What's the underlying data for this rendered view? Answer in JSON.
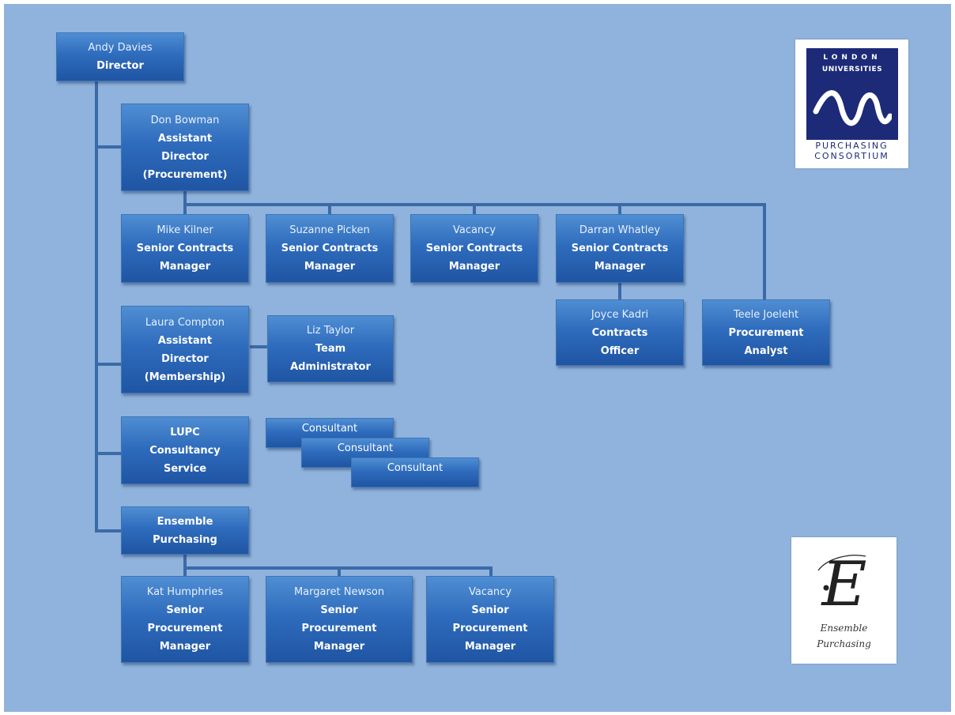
{
  "nodes": {
    "director": {
      "name": "Andy Davies",
      "title": "Director"
    },
    "ad_proc": {
      "name": "Don Bowman",
      "title": "Assistant\nDirector\n(Procurement)"
    },
    "scm_kilner": {
      "name": "Mike Kilner",
      "title": "Senior Contracts\nManager"
    },
    "scm_picken": {
      "name": "Suzanne Picken",
      "title": "Senior Contracts\nManager"
    },
    "scm_vacancy": {
      "name": "Vacancy",
      "title": "Senior Contracts\nManager"
    },
    "scm_whatley": {
      "name": "Darran Whatley",
      "title": "Senior Contracts\nManager"
    },
    "co_kadri": {
      "name": "Joyce Kadri",
      "title": "Contracts\nOfficer"
    },
    "pa_joeleht": {
      "name": "Teele Joeleht",
      "title": "Procurement\nAnalyst"
    },
    "ad_memb": {
      "name": "Laura Compton",
      "title": "Assistant\nDirector\n(Membership)"
    },
    "ta_taylor": {
      "name": "Liz Taylor",
      "title": "Team\nAdministrator"
    },
    "lupc_cs": {
      "name": "",
      "title": "LUPC\nConsultancy\nService"
    },
    "ensemble": {
      "name": "",
      "title": "Ensemble\nPurchasing"
    },
    "spm_humphries": {
      "name": "Kat Humphries",
      "title": "Senior\nProcurement\nManager"
    },
    "spm_newson": {
      "name": "Margaret Newson",
      "title": "Senior\nProcurement\nManager"
    },
    "spm_vacancy": {
      "name": "Vacancy",
      "title": "Senior\nProcurement\nManager"
    }
  },
  "consultants": [
    "Consultant",
    "Consultant",
    "Consultant"
  ],
  "logos": {
    "lupc": {
      "line1": "LONDON",
      "line2": "UNIVERSITIES",
      "line3": "PURCHASING",
      "line4": "CONSORTIUM",
      "navy": "#1c2a78"
    },
    "ensemble": {
      "monogram": "E",
      "line1": "Ensemble",
      "line2": "Purchasing"
    }
  },
  "colors": {
    "background": "#8fb3dc",
    "box": "#2f6cbd",
    "connector": "#3b6aa8"
  }
}
